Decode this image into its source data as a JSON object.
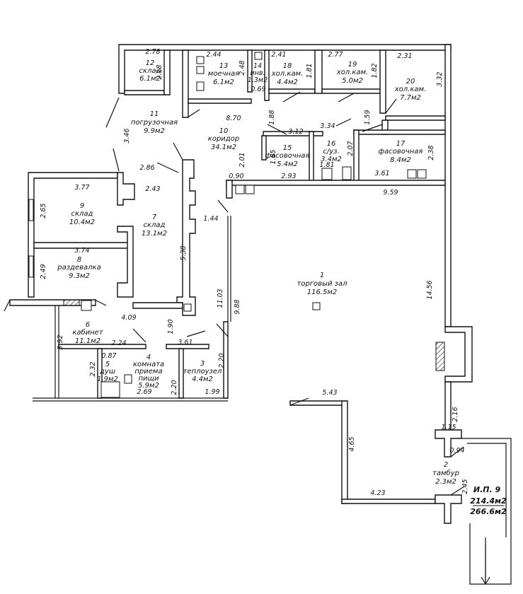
{
  "rooms": [
    {
      "num": "1",
      "name": "торговый зал",
      "area": "116.5м2"
    },
    {
      "num": "2",
      "name": "тамбур",
      "area": "2.3м2"
    },
    {
      "num": "3",
      "name": "теплоузел",
      "area": "4.4м2"
    },
    {
      "num": "4",
      "name": "комната",
      "name2": "приема",
      "name3": "пищи",
      "area": "5.9м2"
    },
    {
      "num": "5",
      "name": "душ",
      "area": "1.9м2"
    },
    {
      "num": "6",
      "name": "кабинет",
      "area": "11.1м2"
    },
    {
      "num": "7",
      "name": "склад",
      "area": "13.1м2"
    },
    {
      "num": "8",
      "name": "раздевалка",
      "area": "9.3м2"
    },
    {
      "num": "9",
      "name": "склад",
      "area": "10.4м2"
    },
    {
      "num": "10",
      "name": "коридор",
      "area": "34.1м2"
    },
    {
      "num": "11",
      "name": "погрузочная",
      "area": "9.9м2"
    },
    {
      "num": "12",
      "name": "склад",
      "area": "6.1м2"
    },
    {
      "num": "13",
      "name": "моечная",
      "area": "6.1м2"
    },
    {
      "num": "14",
      "name": "инв.",
      "area": "1.3м2"
    },
    {
      "num": "15",
      "name": "фасовочная",
      "area": "5.4м2"
    },
    {
      "num": "16",
      "name": "с/уз.",
      "area": "3.4м2"
    },
    {
      "num": "17",
      "name": "фасовочная",
      "area": "8.4м2"
    },
    {
      "num": "18",
      "name": "хол.кам.",
      "area": "4.4м2"
    },
    {
      "num": "19",
      "name": "хол.кам.",
      "area": "5.0м2"
    },
    {
      "num": "20",
      "name": "хол.кам.",
      "area": "7.7м2"
    }
  ],
  "totals": {
    "label": "И.П. 9",
    "area1": "214.4м2",
    "area2": "266.6м2"
  },
  "dims": [
    "2.78",
    "2.18",
    "2.44",
    "2.48",
    "0.69",
    "2.41",
    "1.81",
    "2.77",
    "1.82",
    "2.31",
    "3.32",
    "8.70",
    "3.46",
    "1.88",
    "3.12",
    "3.34",
    "1.59",
    "2.01",
    "1.85",
    "2.07",
    "2.38",
    "2.86",
    "2.43",
    "0.90",
    "2.93",
    "1.81",
    "3.61",
    "9.59",
    "3.77",
    "2.65",
    "1.44",
    "3.74",
    "5.38",
    "2.49",
    "11.03",
    "9.88",
    "14.56",
    "4.09",
    "1.90",
    "3.92",
    "2.24",
    "3.61",
    "0.87",
    "2.20",
    "2.32",
    "2.20",
    "2.69",
    "1.99",
    "5.43",
    "2.16",
    "1.15",
    "4.65",
    "0.94",
    "2.45",
    "4.23"
  ]
}
